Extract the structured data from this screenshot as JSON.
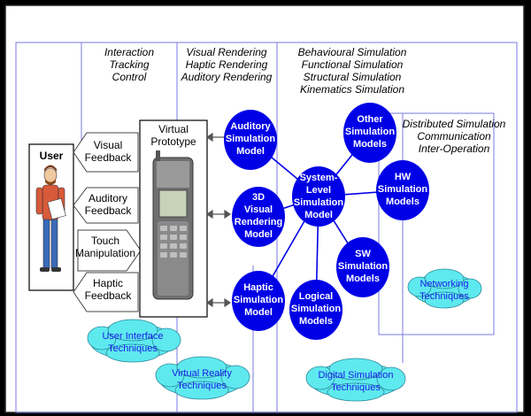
{
  "columns": {
    "interaction": [
      "Interaction",
      "Tracking",
      "Control"
    ],
    "visual": [
      "Visual Rendering",
      "Haptic Rendering",
      "Auditory Rendering"
    ],
    "simulation": [
      "Behavioural Simulation",
      "Functional Simulation",
      "Structural Simulation",
      "Kinematics Simulation"
    ],
    "distributed": [
      "Distributed Simulation",
      "Communication",
      "Inter-Operation"
    ]
  },
  "user": {
    "label": "User"
  },
  "feedback": {
    "visual": [
      "Visual",
      "Feedback"
    ],
    "auditory": [
      "Auditory",
      "Feedback"
    ],
    "touch": [
      "Touch",
      "Manipulation"
    ],
    "haptic": [
      "Haptic",
      "Feedback"
    ]
  },
  "virtual_prototype": {
    "label": [
      "Virtual",
      "Prototype"
    ]
  },
  "models": {
    "auditory": [
      "Auditory",
      "Simulation",
      "Model"
    ],
    "visual3d": [
      "3D",
      "Visual",
      "Rendering",
      "Model"
    ],
    "haptic": [
      "Haptic",
      "Simulation",
      "Model"
    ],
    "system": [
      "System-",
      "Level",
      "Simulation",
      "Model"
    ],
    "other": [
      "Other",
      "Simulation",
      "Models"
    ],
    "hw": [
      "HW",
      "Simulation",
      "Models"
    ],
    "sw": [
      "SW",
      "Simulation",
      "Models"
    ],
    "logical": [
      "Logical",
      "Simulation",
      "Models"
    ]
  },
  "clouds": {
    "ui": [
      "User Interface",
      "Techniques"
    ],
    "vr": [
      "Virtual Reality",
      "Techniques"
    ],
    "digital": [
      "Digital Simulation",
      "Techniques"
    ],
    "networking": [
      "Networking",
      "Techniques"
    ]
  },
  "colors": {
    "ball": "#0000e6",
    "cloud": "#5ee9ef",
    "cloud_text": "#1a1ae6",
    "region_line": "#7a7ae6",
    "arrow_fill": "#ffffff",
    "text": "#000000"
  }
}
